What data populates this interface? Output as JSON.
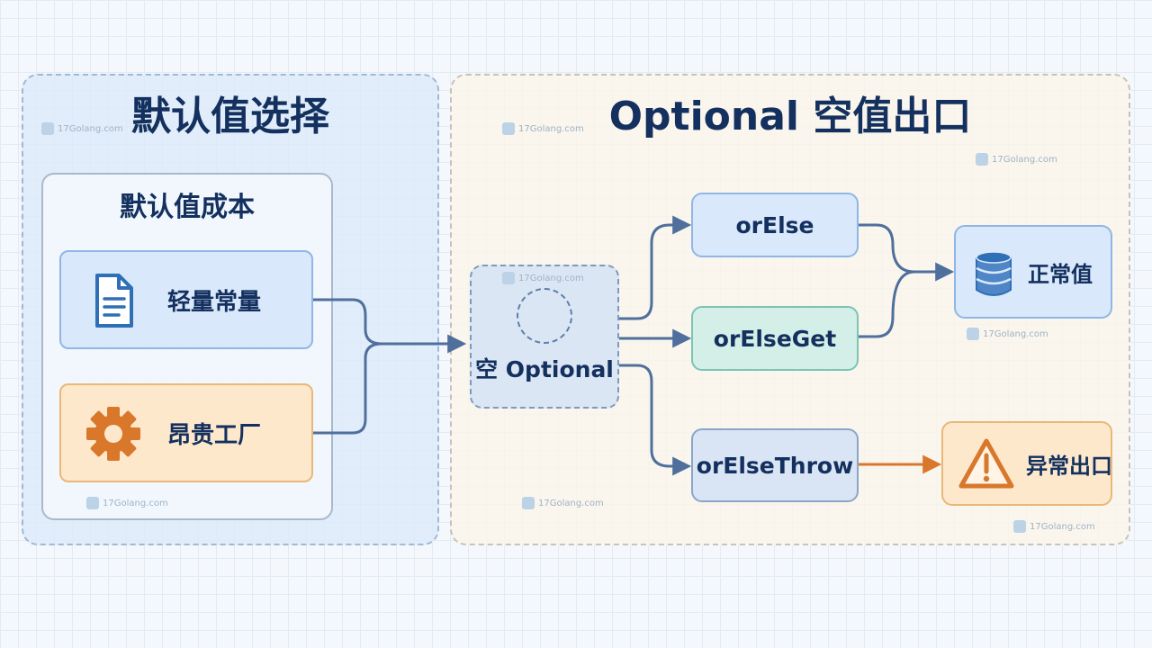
{
  "left_panel": {
    "title": "默认值选择",
    "subtitle": "默认值成本",
    "cards": [
      {
        "label": "轻量常量",
        "icon": "document-icon"
      },
      {
        "label": "昂贵工厂",
        "icon": "gear-icon"
      }
    ]
  },
  "right_panel": {
    "title": "Optional 空值出口",
    "source": {
      "label": "空 Optional",
      "icon": "dashed-circle-icon"
    },
    "methods": [
      "orElse",
      "orElseGet",
      "orElseThrow"
    ],
    "results": {
      "normal": {
        "label": "正常值",
        "icon": "database-icon"
      },
      "exit": {
        "label": "异常出口",
        "icon": "warning-icon"
      }
    }
  },
  "watermark": "17Golang.com",
  "colors": {
    "title": "#13305e",
    "arrow_blue": "#4f6f9c",
    "arrow_orange": "#d9772b",
    "icon_blue": "#2f6fb5",
    "icon_orange": "#d9772b"
  }
}
